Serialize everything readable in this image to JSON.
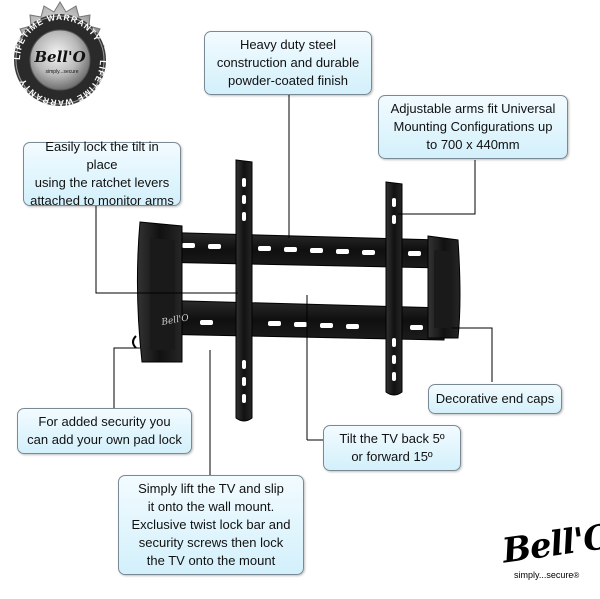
{
  "warranty_seal": {
    "ring_text": "LIFETIME WARRANTY",
    "center_script": "Bell'O",
    "center_tag": "simply...secure"
  },
  "callouts": {
    "steel": "Heavy duty steel\nconstruction and durable\npowder-coated finish",
    "arms": "Adjustable arms fit Universal\nMounting Configurations up\nto 700 x 440mm",
    "tilt_lock": "Easily lock the tilt in place\nusing the ratchet levers\nattached to monitor arms",
    "end_caps": "Decorative end caps",
    "pad_lock": "For added security you\ncan add your own pad lock",
    "tilt_range": "Tilt the TV back 5º\nor forward 15º",
    "lift": "Simply lift the TV and slip\nit onto the wall mount.\nExclusive twist lock bar and\nsecurity screws then lock\nthe TV onto the mount"
  },
  "product": {
    "bar_logo": "Bell'O"
  },
  "brand": {
    "script": "Bell'O",
    "tagline": "simply...secure",
    "reg_mark": "®"
  }
}
